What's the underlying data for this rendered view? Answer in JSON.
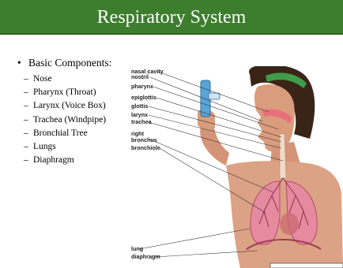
{
  "slide": {
    "title": "Respiratory System",
    "main_bullet": "Basic Components:",
    "bullet_symbol": "•",
    "dash_symbol": "–",
    "components": [
      "Nose",
      "Pharynx (Throat)",
      "Larynx (Voice Box)",
      "Trachea (Windpipe)",
      "Bronchial Tree",
      "Lungs",
      "Diaphragm"
    ]
  },
  "figure": {
    "labels": {
      "nasal_cavity": "nasal cavity",
      "nostril": "nostril",
      "pharynx": "pharynx",
      "epiglottis": "epiglottis",
      "glottis": "glottis",
      "larynx": "larynx",
      "trachea": "trachea",
      "right": "right",
      "bronchus": "bronchus",
      "bronchiole": "bronchiole",
      "lung": "lung",
      "diaphragm": "diaphragm"
    }
  },
  "colors": {
    "title_bar": "#3d7d2e",
    "title_text": "#ffffff"
  }
}
